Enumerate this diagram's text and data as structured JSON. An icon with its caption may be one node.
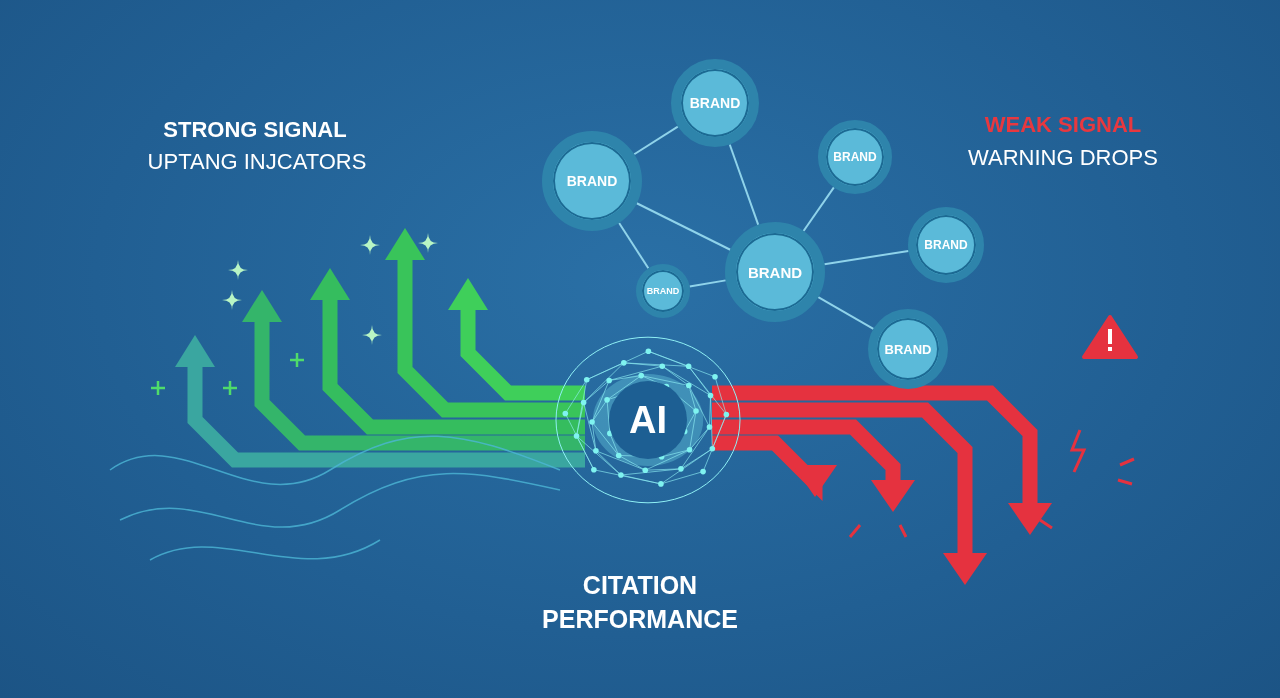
{
  "diagram": {
    "nodes": [
      {
        "text": [
          "BRAND"
        ]
      },
      {
        "text": [
          "BRAND"
        ]
      },
      {
        "text": [
          "BRAND"
        ]
      },
      {
        "text": [
          "BRAND"
        ]
      },
      {
        "text": [
          "BRAND"
        ]
      },
      {
        "text": [
          "BRAND"
        ]
      },
      {
        "text": [
          "BRAND"
        ]
      },
      {
        "text": [
          "AI"
        ]
      }
    ],
    "edges": [
      {
        "from": 2,
        "to": 0,
        "arrow": "none"
      },
      {
        "from": 0,
        "to": 4,
        "arrow": "none"
      },
      {
        "from": 2,
        "to": 4,
        "arrow": "none"
      },
      {
        "from": 2,
        "to": 5,
        "arrow": "none"
      },
      {
        "from": 5,
        "to": 4,
        "arrow": "none"
      },
      {
        "from": 1,
        "to": 4,
        "arrow": "none"
      },
      {
        "from": 4,
        "to": 3,
        "arrow": "none"
      },
      {
        "from": 4,
        "to": 6,
        "arrow": "none"
      }
    ],
    "labels": [
      "STRONG SIGNAL",
      "UPTANG INJCATORS",
      "WEAK SIGNAL",
      "WARNING DROPS",
      "CITATION PERFORMANCE"
    ]
  }
}
